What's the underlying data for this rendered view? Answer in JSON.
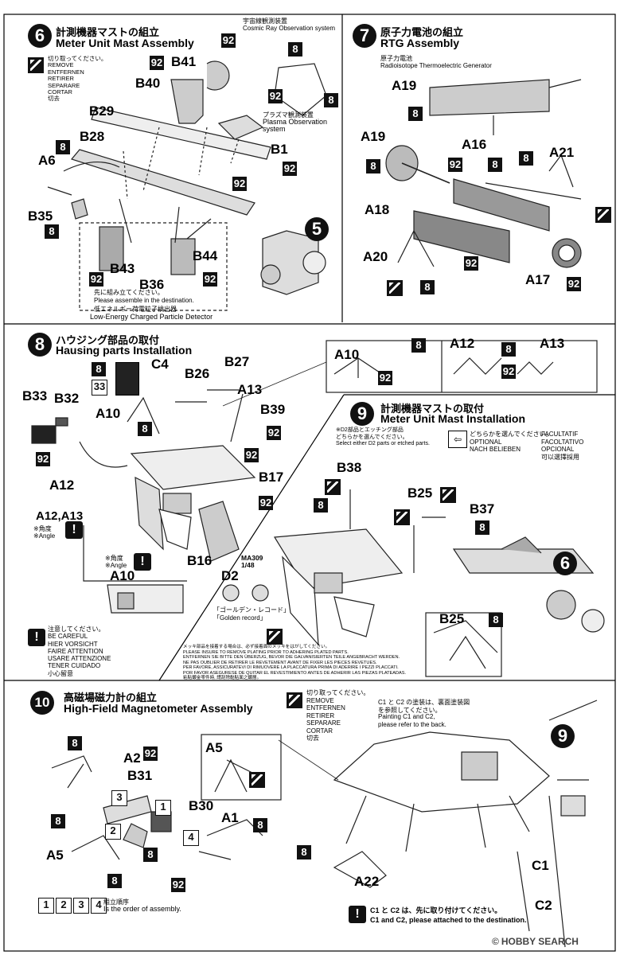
{
  "step6": {
    "num": "6",
    "ja": "計測機器マストの組立",
    "en": "Meter Unit Mast Assembly",
    "cut_text": "切り取ってください。\nREMOVE\nENTFERNEN\nRETIRER\nSEPARARE\nCORTAR\n切去",
    "cosmic_ja": "宇宙線観測装置",
    "cosmic_en": "Cosmic Ray Observation system",
    "plasma_ja": "プラズマ観測装置",
    "plasma_en": "Plasma Observation\nsystem",
    "assemble_ja": "先に組み立てください。",
    "assemble_en": "Please assemble in the destination.",
    "lecp_ja": "低エネルギー荷電粒子検出器",
    "lecp_en": "Low-Energy Charged Particle Detector",
    "parts": [
      "B41",
      "B40",
      "B29",
      "B28",
      "B1",
      "A6",
      "B35",
      "B43",
      "B44",
      "B36"
    ],
    "next": "5"
  },
  "step7": {
    "num": "7",
    "ja": "原子力電池の組立",
    "en": "RTG Assembly",
    "rtg_ja": "原子力電池",
    "rtg_en": "Radioisotope Thermoelectric Generator",
    "parts": [
      "A19",
      "A19",
      "A16",
      "A21",
      "A18",
      "A20",
      "A17"
    ]
  },
  "step8": {
    "num": "8",
    "ja": "ハウジング部品の取付",
    "en": "Hausing parts Installation",
    "parts": [
      "C4",
      "B26",
      "B27",
      "A13",
      "B33",
      "B32",
      "A10",
      "B39",
      "A12",
      "B17",
      "B16"
    ],
    "angle_title": "A12,A13",
    "angle_ja": "※角度",
    "angle_en": "※Angle",
    "angle2_ja": "※角度",
    "angle2_en": "※Angle",
    "a10": "A10",
    "careful": "注意してください。\nBE CAREFUL\nHIER VORSICHT\nFAIRE ATTENTION\nUSARE ATTENZIONE\nTENER CUIDADO\n小心留意",
    "inset_parts": [
      "A10",
      "A12",
      "A13"
    ]
  },
  "step9": {
    "num": "9",
    "ja": "計測機器マストの取付",
    "en": "Meter Unit Mast Installation",
    "option_note": "※D2部品とエッチング部品\nどちらかを選んでください。\nSelect either D2 parts or etched parts.",
    "optional": "どちらかを選んでください。\nOPTIONAL\nNACH BELIEBEN",
    "facultatif": "FACULTATIF\nFACOLTATIVO\nOPCIONAL\n可以選擇採用",
    "parts": [
      "B38",
      "B25",
      "B37",
      "B25",
      "D2"
    ],
    "ma": "MA309\n1/48",
    "golden_ja": "「ゴールデン・レコード」",
    "golden_en": "「Golden record」",
    "plating": "メッキ部品を接着する場合は、必ず接着面のメッキをはがしてください。\nPLEASE INSURE TO REMOVE PLATING PRIOR TO ADHERING PLATED PARTS.\nENTFERNEN SIE BITTE DEN ÜBERZUG, BEVOR DIE GALVANISIERTEN TEILE ANGEBRACHT WERDEN.\nNE PAS OUBLIER DE RETIRER LE REVETEMENT AVANT DE FIXER LES PIECES REVETUES.\nPER FAVORE, ASSICURATEVI DI RIMUOVERE LA PLACCATURA PRIMA DI ADERIRE I PEZZI PLACCATI.\nPOR FAVOR ASEGURESE DE QUITAR EL REVESTIMIENTO ANTES DE ADHERIR LAS PIEZAS PLATEADAS.\n粘貼鍍金零件時, 請刮除黏貼面之鍍層。",
    "next": "6"
  },
  "step10": {
    "num": "10",
    "ja": "高磁場磁力計の組立",
    "en": "High-Field Magnetometer Assembly",
    "parts": [
      "A2",
      "B31",
      "B30",
      "A1",
      "A5",
      "A5",
      "A22",
      "C1",
      "C2"
    ],
    "cut_text": "切り取ってください。\nREMOVE\nENTFERNEN\nRETIRER\nSEPARARE\nCORTAR\n切去",
    "paint_ja": "C1 と C2 の塗装は、裏面塗装図\nを参照してください。",
    "paint_en": "Painting C1 and C2,\nplease refer to the back.",
    "order_ja": "組立順序",
    "order_en": "Is the order of assembly.",
    "order_nums": [
      "1",
      "2",
      "3",
      "4"
    ],
    "attach_ja": "C1 と C2 は、先に取り付けてください。",
    "attach_en": "C1 and C2, please attached to the destination.",
    "next": "9"
  },
  "watermark": "HOBBY SEARCH",
  "copyright": "©",
  "colors": {
    "ink": "#111111",
    "paper": "#ffffff"
  }
}
